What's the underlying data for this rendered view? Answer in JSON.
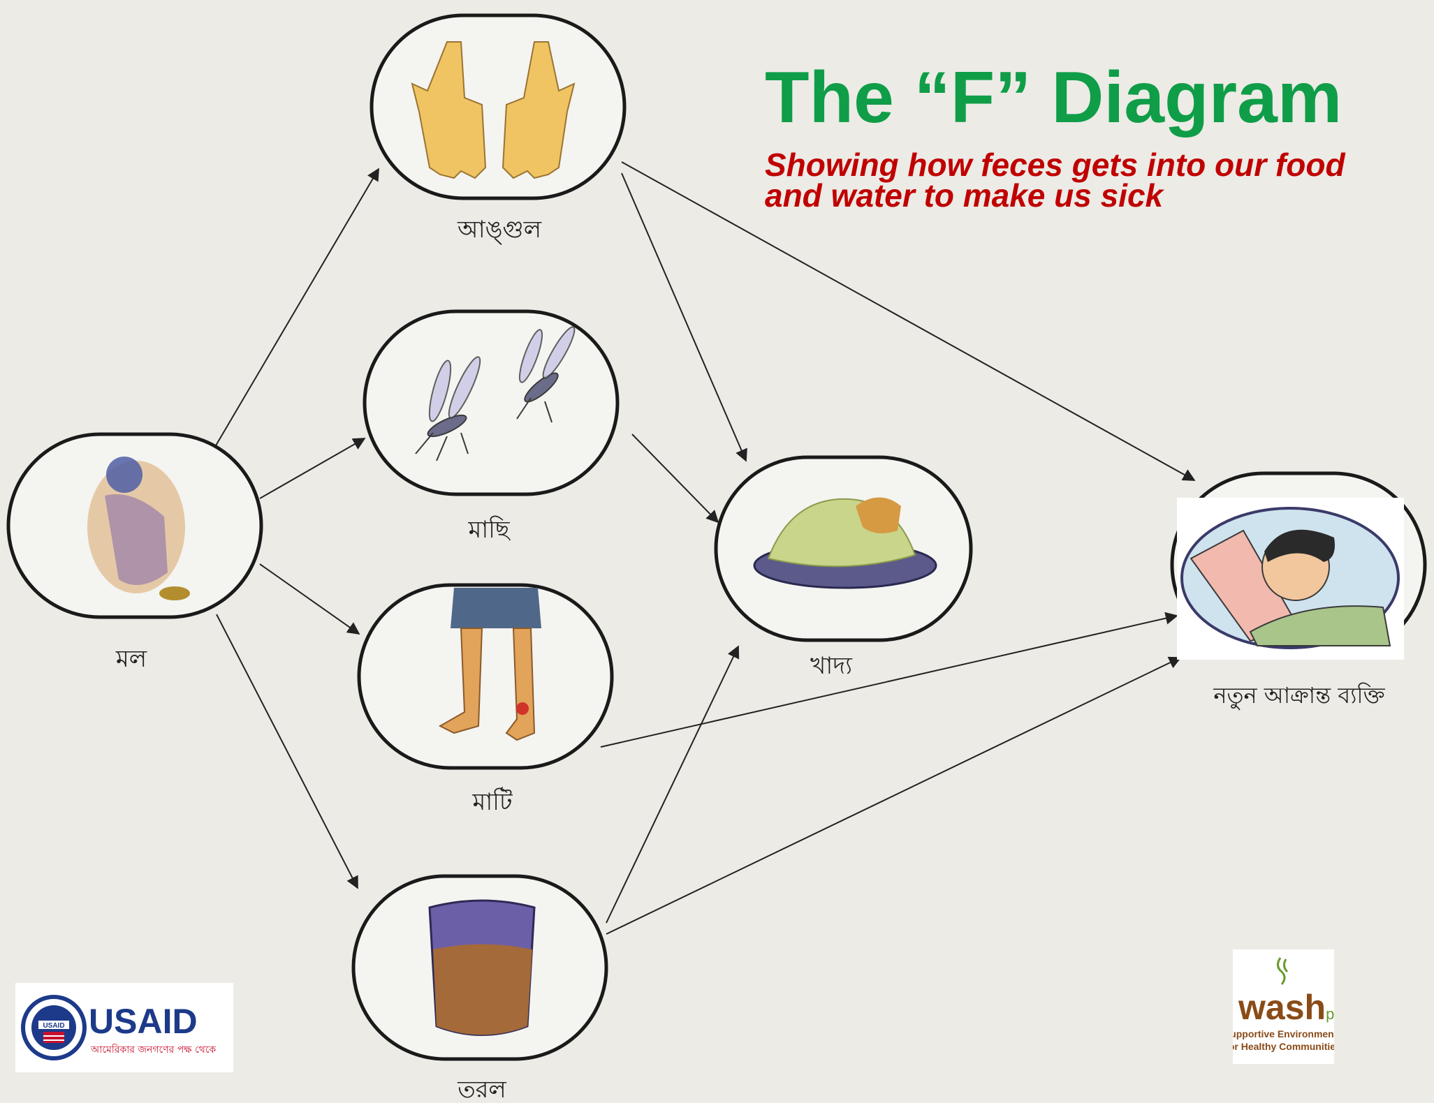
{
  "title": "The “F” Diagram",
  "subtitle_lines": [
    "Showing how feces gets into our food",
    "and water to make us sick"
  ],
  "nodes": {
    "feces": "মল",
    "fingers": "আঙ্গুল",
    "flies": "মাছি",
    "fields": "মাটি",
    "fluids": "তরল",
    "food": "খাদ্য",
    "new_host": "নতুন আক্রান্ত ব্যক্তি"
  },
  "logos": {
    "usaid": {
      "name": "USAID",
      "tagline": "আমেরিকার জনগণের পক্ষ থেকে",
      "badge": "USAID"
    },
    "washplus": {
      "brand": "wash",
      "suffix": "plus",
      "tagline_lines": [
        "Supportive Environments",
        "for Healthy Communities"
      ]
    }
  },
  "colors": {
    "title": "#0f9d48",
    "subtitle": "#c00000",
    "usaid_blue": "#1d3a8a",
    "usaid_red": "#c8102e",
    "wash_brown": "#8a4b17",
    "wash_green": "#6a9a2e"
  }
}
